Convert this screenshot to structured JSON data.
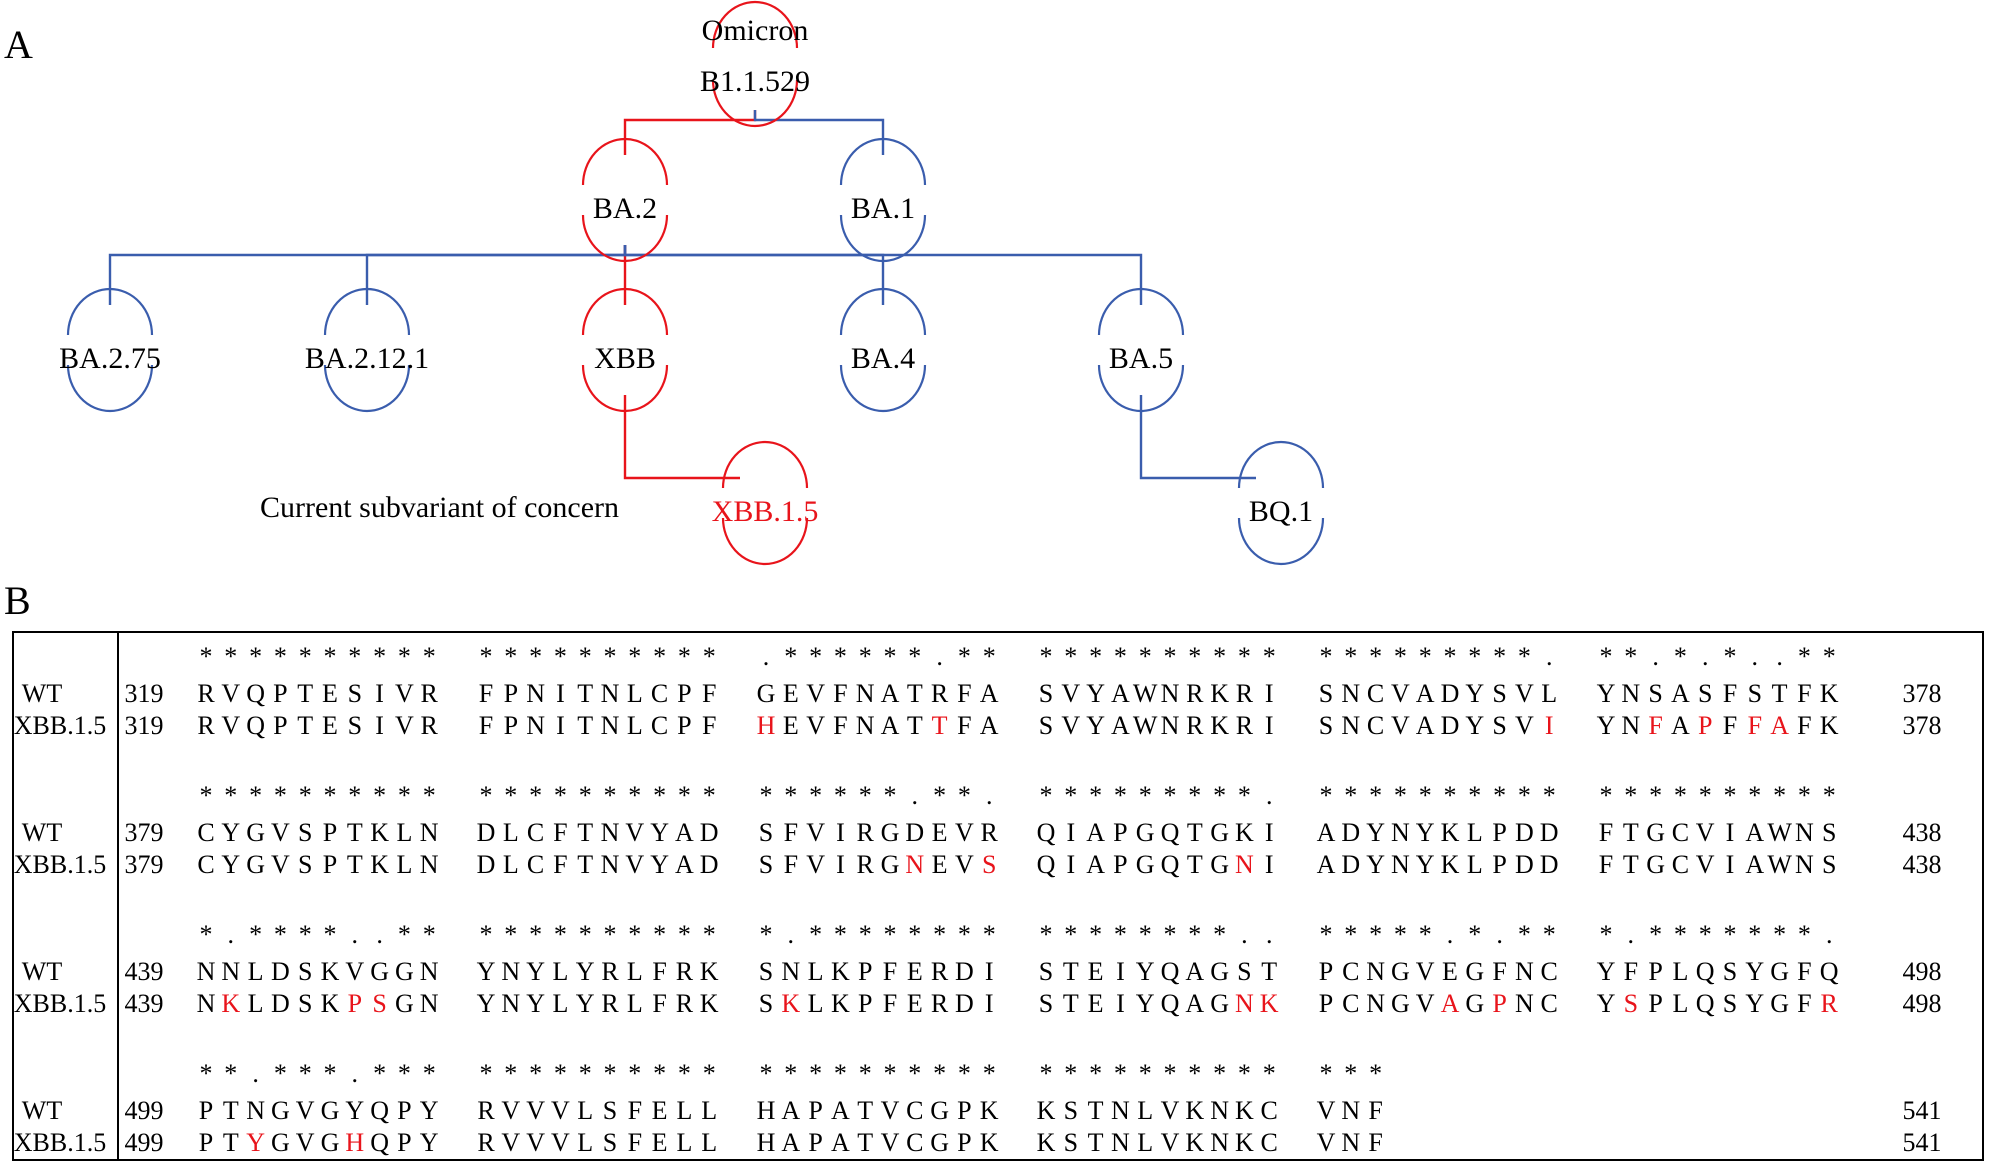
{
  "panel_a": {
    "label": "A",
    "colors": {
      "highlight": "#e8141b",
      "normal": "#3a5dad"
    },
    "nodes": [
      {
        "id": "omicron",
        "name": "Omicron",
        "name2": "B1.1.529",
        "color": "red"
      },
      {
        "id": "ba2",
        "name": "BA.2",
        "color": "red"
      },
      {
        "id": "ba1",
        "name": "BA.1",
        "color": "blue"
      },
      {
        "id": "ba275",
        "name": "BA.2.75",
        "color": "blue"
      },
      {
        "id": "ba2121",
        "name": "BA.2.12.1",
        "color": "blue"
      },
      {
        "id": "xbb",
        "name": "XBB",
        "color": "red"
      },
      {
        "id": "ba4",
        "name": "BA.4",
        "color": "blue"
      },
      {
        "id": "ba5",
        "name": "BA.5",
        "color": "blue"
      },
      {
        "id": "xbb15",
        "name": "XBB.1.5",
        "color": "red"
      },
      {
        "id": "bq1",
        "name": "BQ.1",
        "color": "blue"
      }
    ],
    "edges": [
      {
        "from": "omicron",
        "to": "ba2",
        "color": "red"
      },
      {
        "from": "omicron",
        "to": "ba1",
        "color": "blue"
      },
      {
        "from": "ba2",
        "to": "ba275",
        "color": "blue"
      },
      {
        "from": "ba2",
        "to": "ba2121",
        "color": "blue"
      },
      {
        "from": "ba2",
        "to": "xbb",
        "color": "red"
      },
      {
        "from": "ba2",
        "to": "ba4",
        "color": "blue"
      },
      {
        "from": "ba2",
        "to": "ba5",
        "color": "blue"
      },
      {
        "from": "xbb",
        "to": "xbb15",
        "color": "red"
      },
      {
        "from": "ba5",
        "to": "bq1",
        "color": "blue"
      }
    ],
    "annotation": "Current subvariant of concern"
  },
  "panel_b": {
    "label": "B",
    "rows": [
      {
        "start": 319,
        "end": 378,
        "consensus": [
          "**********",
          "**********",
          ".******.**",
          "**********",
          "*********.",
          "**.*.*..**"
        ],
        "wt": [
          "RVQPTESIVR",
          "FPNITNLCPF",
          "GEVFNATRFA",
          "SVYAWNRKRI",
          "SNCVADYSVL",
          "YNSASFSTFK"
        ],
        "xbb": [
          "RVQPTESIVR",
          "FPNITNLCPF",
          "HEVFNATTFA",
          "SVYAWNRKRI",
          "SNCVADYSVI",
          "YNFAPFFAFK"
        ]
      },
      {
        "start": 379,
        "end": 438,
        "consensus": [
          "**********",
          "**********",
          "******.**.",
          "*********.*",
          "**********",
          "**********"
        ],
        "wt": [
          "CYGVSPTKLN",
          "DLCFTNVYAD",
          "SFVIRGDEVR",
          "QIAPGQTGKI",
          "ADYNYKLPDD",
          "FTGCVIAWNS"
        ],
        "xbb": [
          "CYGVSPTKLN",
          "DLCFTNVYAD",
          "SFVIRGNEVS",
          "QIAPGQTGNI",
          "ADYNYKLPDD",
          "FTGCVIAWNS"
        ]
      },
      {
        "start": 439,
        "end": 498,
        "consensus": [
          "*.****..**",
          "**********",
          "*.********",
          "********..",
          "*****.*.**",
          "*.*******."
        ],
        "wt": [
          "NNLDSKVGGN",
          "YNYLYRLFRK",
          "SNLKPFERDI",
          "STEIYQAGST",
          "PCNGVEGFNC",
          "YFPLQSYGFQ"
        ],
        "xbb": [
          "NKLDSKPSGN",
          "YNYLYRLFRK",
          "SKLKPFERDI",
          "STEIYQAGNK",
          "PCNGVAGPNC",
          "YSPLQSYGFR"
        ]
      },
      {
        "start": 499,
        "end": 541,
        "consensus": [
          "**.***.***",
          "**********",
          "**********",
          "**********",
          "***"
        ],
        "wt": [
          "PTNGVGYQPY",
          "RVVVLSFELL",
          "HAPATVCGPK",
          "KSTNLVKNKC",
          "VNF"
        ],
        "xbb": [
          "PTYGVGHQPY",
          "RVVVLSFELL",
          "HAPATVCGPK",
          "KSTNLVKNKC",
          "VNF"
        ]
      }
    ],
    "row_labels": {
      "wt": "WT",
      "xbb": "XBB.1.5"
    },
    "colors": {
      "mutation": "#e8141b",
      "text": "#000000"
    }
  }
}
